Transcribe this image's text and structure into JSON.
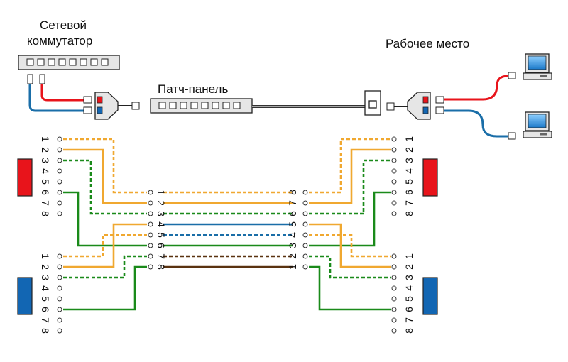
{
  "labels": {
    "switch_line1": "Сетевой",
    "switch_line2": "коммутатор",
    "patch_panel": "Патч-панель",
    "workplace": "Рабочее место"
  },
  "pin_numbers": [
    "1",
    "2",
    "3",
    "4",
    "5",
    "6",
    "7",
    "8"
  ],
  "colors": {
    "orange": "#f0a830",
    "green": "#1a8a1a",
    "blue": "#1a6ea8",
    "brown": "#5a3210",
    "red_port": "#e8141b",
    "blue_port": "#1266b3",
    "cable_red": "#e8141b",
    "cable_blue": "#1a6ea8",
    "device_gray": "#e6e6e6"
  }
}
